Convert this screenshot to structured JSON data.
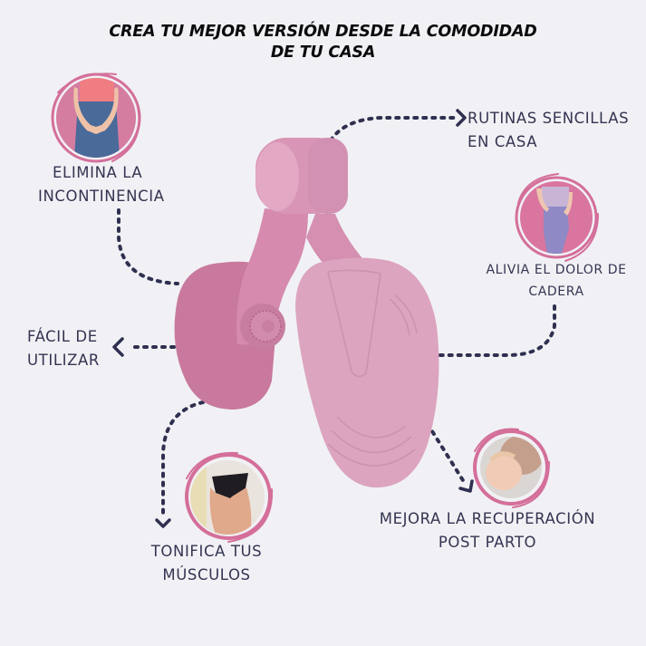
{
  "header": {
    "title_line1": "CREA TU MEJOR VERSIÓN DESDE LA COMODIDAD",
    "title_line2": "DE TU CASA"
  },
  "colors": {
    "background": "#f1f1f5",
    "text_dark": "#343452",
    "title": "#0b0b0d",
    "accent_pink": "#d46f9a",
    "device_pink": "#d99bb8",
    "device_pink_dark": "#c57499",
    "connector": "#2f3050"
  },
  "benefits": [
    {
      "id": "incontinencia",
      "line1": "ELIMINA LA",
      "line2": "INCONTINENCIA",
      "icon": "woman-holding-pelvis-photo"
    },
    {
      "id": "rutinas",
      "line1": "RUTINAS SENCILLAS",
      "line2": "EN CASA",
      "icon": "arrow-right-icon"
    },
    {
      "id": "cadera",
      "line1": "ALIVIA EL DOLOR DE",
      "line2": "CADERA",
      "icon": "woman-holding-hip-photo"
    },
    {
      "id": "facil",
      "line1": "FÁCIL DE",
      "line2": "UTILIZAR",
      "icon": "arrow-left-icon"
    },
    {
      "id": "tonifica",
      "line1": "TONIFICA TUS",
      "line2": "MÚSCULOS",
      "icon": "glutes-photo"
    },
    {
      "id": "postparto",
      "line1": "MEJORA LA RECUPERACIÓN",
      "line2": "POST PARTO",
      "icon": "mother-baby-photo"
    }
  ],
  "product": {
    "name": "pelvic-floor-trainer",
    "color": "pink"
  }
}
